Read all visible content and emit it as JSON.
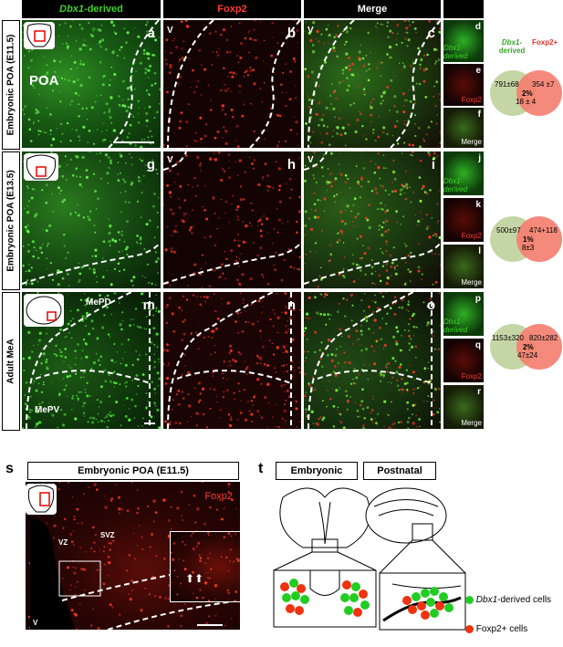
{
  "headers": {
    "col1_prefix": "Dbx1",
    "col1_suffix": "-derived",
    "col2": "Foxp2",
    "col3": "Merge"
  },
  "rows": [
    {
      "label": "Embryonic POA (E11.5)",
      "panels": [
        "a",
        "b",
        "c"
      ],
      "thumbs": [
        "d",
        "e",
        "f"
      ],
      "thumb_labels": [
        "Dbx1-derived",
        "Foxp2",
        "Merge"
      ],
      "region": "POA",
      "ventricle": "V",
      "venn": {
        "left": "791±68",
        "right": "354 ±7",
        "pct": "2%",
        "overlap": "18 ± 4"
      }
    },
    {
      "label": "Embryonic POA (E13.5)",
      "panels": [
        "g",
        "h",
        "i"
      ],
      "thumbs": [
        "j",
        "k",
        "l"
      ],
      "thumb_labels": [
        "Dbx1-derived",
        "Foxp2",
        "Merge"
      ],
      "ventricle": "V",
      "venn": {
        "left": "500±97",
        "right": "474+118",
        "pct": "1%",
        "overlap": "8±3"
      }
    },
    {
      "label": "Adult MeA",
      "panels": [
        "m",
        "n",
        "o"
      ],
      "thumbs": [
        "p",
        "q",
        "r"
      ],
      "thumb_labels": [
        "Dbx1-derived",
        "Foxp2",
        "Merge"
      ],
      "regions": [
        "MePD",
        "MePV"
      ],
      "venn": {
        "left": "1153±320",
        "right": "820±282",
        "pct": "2%",
        "overlap": "47±24"
      }
    }
  ],
  "venn_legend": {
    "left_line1": "Dbx1-",
    "left_line2": "derived",
    "right": "Foxp2+"
  },
  "panel_s": {
    "letter": "s",
    "title": "Embryonic POA (E11.5)",
    "channel": "Foxp2",
    "labels": {
      "vz": "VZ",
      "svz": "SVZ",
      "v": "V"
    }
  },
  "panel_t": {
    "letter": "t",
    "embryonic": "Embryonic",
    "postnatal": "Postnatal",
    "legend": [
      {
        "italic": "Dbx1",
        "text": "-derived cells",
        "color": "#22cc22"
      },
      {
        "italic": "",
        "text": "Foxp2+ cells",
        "color": "#ee3311"
      }
    ]
  },
  "colors": {
    "green": "#3fd22a",
    "red": "#ff3b30",
    "venn_green": "#c5d6a6",
    "venn_red": "#f47d6e"
  }
}
